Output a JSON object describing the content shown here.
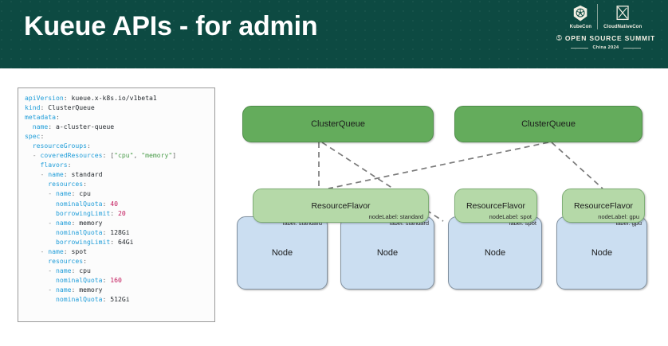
{
  "header": {
    "title": "Kueue APIs - for admin",
    "background_color": "#0d4a42",
    "logos": {
      "kubecon_label": "KubeCon",
      "cloudnativecon_label": "CloudNativeCon",
      "summit_label": "OPEN SOURCE SUMMIT",
      "year_label": "China 2024"
    }
  },
  "code_panel": {
    "language": "yaml",
    "lines": [
      {
        "indent": 0,
        "parts": [
          {
            "t": "apiVersion",
            "c": "key"
          },
          {
            "t": ": ",
            "c": "punct"
          },
          {
            "t": "kueue.x-k8s.io/v1beta1",
            "c": "plain"
          }
        ]
      },
      {
        "indent": 0,
        "parts": [
          {
            "t": "kind",
            "c": "key"
          },
          {
            "t": ": ",
            "c": "punct"
          },
          {
            "t": "ClusterQueue",
            "c": "plain"
          }
        ]
      },
      {
        "indent": 0,
        "parts": [
          {
            "t": "metadata",
            "c": "key"
          },
          {
            "t": ":",
            "c": "punct"
          }
        ]
      },
      {
        "indent": 1,
        "parts": [
          {
            "t": "name",
            "c": "key"
          },
          {
            "t": ": ",
            "c": "punct"
          },
          {
            "t": "a-cluster-queue",
            "c": "plain"
          }
        ]
      },
      {
        "indent": 0,
        "parts": [
          {
            "t": "spec",
            "c": "key"
          },
          {
            "t": ":",
            "c": "punct"
          }
        ]
      },
      {
        "indent": 1,
        "parts": [
          {
            "t": "resourceGroups",
            "c": "key"
          },
          {
            "t": ":",
            "c": "punct"
          }
        ]
      },
      {
        "indent": 1,
        "parts": [
          {
            "t": "- ",
            "c": "dash"
          },
          {
            "t": "coveredResources",
            "c": "key"
          },
          {
            "t": ": ",
            "c": "punct"
          },
          {
            "t": "[",
            "c": "punct"
          },
          {
            "t": "\"cpu\"",
            "c": "str"
          },
          {
            "t": ", ",
            "c": "punct"
          },
          {
            "t": "\"memory\"",
            "c": "str"
          },
          {
            "t": "]",
            "c": "punct"
          }
        ]
      },
      {
        "indent": 2,
        "parts": [
          {
            "t": "flavors",
            "c": "key"
          },
          {
            "t": ":",
            "c": "punct"
          }
        ]
      },
      {
        "indent": 2,
        "parts": [
          {
            "t": "- ",
            "c": "dash"
          },
          {
            "t": "name",
            "c": "key"
          },
          {
            "t": ": ",
            "c": "punct"
          },
          {
            "t": "standard",
            "c": "plain"
          }
        ]
      },
      {
        "indent": 3,
        "parts": [
          {
            "t": "resources",
            "c": "key"
          },
          {
            "t": ":",
            "c": "punct"
          }
        ]
      },
      {
        "indent": 3,
        "parts": [
          {
            "t": "- ",
            "c": "dash"
          },
          {
            "t": "name",
            "c": "key"
          },
          {
            "t": ": ",
            "c": "punct"
          },
          {
            "t": "cpu",
            "c": "plain"
          }
        ]
      },
      {
        "indent": 4,
        "parts": [
          {
            "t": "nominalQuota",
            "c": "key"
          },
          {
            "t": ": ",
            "c": "punct"
          },
          {
            "t": "40",
            "c": "num"
          }
        ]
      },
      {
        "indent": 4,
        "parts": [
          {
            "t": "borrowingLimit",
            "c": "key"
          },
          {
            "t": ": ",
            "c": "punct"
          },
          {
            "t": "20",
            "c": "num"
          }
        ]
      },
      {
        "indent": 3,
        "parts": [
          {
            "t": "- ",
            "c": "dash"
          },
          {
            "t": "name",
            "c": "key"
          },
          {
            "t": ": ",
            "c": "punct"
          },
          {
            "t": "memory",
            "c": "plain"
          }
        ]
      },
      {
        "indent": 4,
        "parts": [
          {
            "t": "nominalQuota",
            "c": "key"
          },
          {
            "t": ": ",
            "c": "punct"
          },
          {
            "t": "128Gi",
            "c": "plain"
          }
        ]
      },
      {
        "indent": 4,
        "parts": [
          {
            "t": "borrowingLimit",
            "c": "key"
          },
          {
            "t": ": ",
            "c": "punct"
          },
          {
            "t": "64Gi",
            "c": "plain"
          }
        ]
      },
      {
        "indent": 2,
        "parts": [
          {
            "t": "- ",
            "c": "dash"
          },
          {
            "t": "name",
            "c": "key"
          },
          {
            "t": ": ",
            "c": "punct"
          },
          {
            "t": "spot",
            "c": "plain"
          }
        ]
      },
      {
        "indent": 3,
        "parts": [
          {
            "t": "resources",
            "c": "key"
          },
          {
            "t": ":",
            "c": "punct"
          }
        ]
      },
      {
        "indent": 3,
        "parts": [
          {
            "t": "- ",
            "c": "dash"
          },
          {
            "t": "name",
            "c": "key"
          },
          {
            "t": ": ",
            "c": "punct"
          },
          {
            "t": "cpu",
            "c": "plain"
          }
        ]
      },
      {
        "indent": 4,
        "parts": [
          {
            "t": "nominalQuota",
            "c": "key"
          },
          {
            "t": ": ",
            "c": "punct"
          },
          {
            "t": "160",
            "c": "num"
          }
        ]
      },
      {
        "indent": 3,
        "parts": [
          {
            "t": "- ",
            "c": "dash"
          },
          {
            "t": "name",
            "c": "key"
          },
          {
            "t": ": ",
            "c": "punct"
          },
          {
            "t": "memory",
            "c": "plain"
          }
        ]
      },
      {
        "indent": 4,
        "parts": [
          {
            "t": "nominalQuota",
            "c": "key"
          },
          {
            "t": ": ",
            "c": "punct"
          },
          {
            "t": "512Gi",
            "c": "plain"
          }
        ]
      }
    ]
  },
  "diagram": {
    "colors": {
      "cluster_queue": "#64ac5c",
      "resource_flavor": "#b5d9a8",
      "node": "#cbdef1",
      "connector": "#7a7a7a"
    },
    "cluster_queues": [
      {
        "label": "ClusterQueue"
      },
      {
        "label": "ClusterQueue"
      }
    ],
    "resource_flavors": [
      {
        "label": "ResourceFlavor",
        "note": "nodeLabel: standard"
      },
      {
        "label": "ResourceFlavor",
        "note": "nodeLabel: spot"
      },
      {
        "label": "ResourceFlavor",
        "note": "nodeLabel: gpu"
      }
    ],
    "nodes": [
      {
        "label": "Node",
        "note": "label: standard"
      },
      {
        "label": "Node",
        "note": "label: standard"
      },
      {
        "label": "Node",
        "note": "label: spot"
      },
      {
        "label": "Node",
        "note": "label: gpu"
      }
    ]
  }
}
